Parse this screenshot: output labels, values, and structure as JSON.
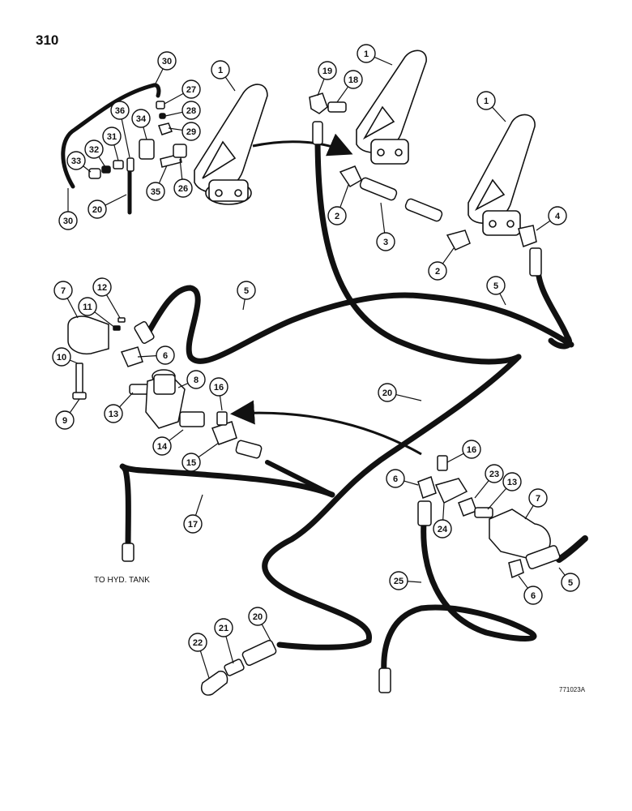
{
  "page_number": "310",
  "figure_code": "771023A",
  "notes": {
    "to_tank": "TO HYD. TANK"
  },
  "callouts": [
    {
      "id": "c30a",
      "label": "30"
    },
    {
      "id": "c30b",
      "label": "30"
    },
    {
      "id": "c27",
      "label": "27"
    },
    {
      "id": "c28",
      "label": "28"
    },
    {
      "id": "c29",
      "label": "29"
    },
    {
      "id": "c36",
      "label": "36"
    },
    {
      "id": "c34",
      "label": "34"
    },
    {
      "id": "c31",
      "label": "31"
    },
    {
      "id": "c32",
      "label": "32"
    },
    {
      "id": "c33",
      "label": "33"
    },
    {
      "id": "c20a",
      "label": "20"
    },
    {
      "id": "c35",
      "label": "35"
    },
    {
      "id": "c26",
      "label": "26"
    },
    {
      "id": "c1a",
      "label": "1"
    },
    {
      "id": "c19",
      "label": "19"
    },
    {
      "id": "c18",
      "label": "18"
    },
    {
      "id": "c1b",
      "label": "1"
    },
    {
      "id": "c1c",
      "label": "1"
    },
    {
      "id": "c2a",
      "label": "2"
    },
    {
      "id": "c3",
      "label": "3"
    },
    {
      "id": "c2b",
      "label": "2"
    },
    {
      "id": "c4",
      "label": "4"
    },
    {
      "id": "c7a",
      "label": "7"
    },
    {
      "id": "c12",
      "label": "12"
    },
    {
      "id": "c11",
      "label": "11"
    },
    {
      "id": "c5a",
      "label": "5"
    },
    {
      "id": "c5b",
      "label": "5"
    },
    {
      "id": "c10",
      "label": "10"
    },
    {
      "id": "c6a",
      "label": "6"
    },
    {
      "id": "c8",
      "label": "8"
    },
    {
      "id": "c16a",
      "label": "16"
    },
    {
      "id": "c9",
      "label": "9"
    },
    {
      "id": "c13a",
      "label": "13"
    },
    {
      "id": "c20b",
      "label": "20"
    },
    {
      "id": "c14",
      "label": "14"
    },
    {
      "id": "c15",
      "label": "15"
    },
    {
      "id": "c16b",
      "label": "16"
    },
    {
      "id": "c6b",
      "label": "6"
    },
    {
      "id": "c23",
      "label": "23"
    },
    {
      "id": "c13b",
      "label": "13"
    },
    {
      "id": "c7b",
      "label": "7"
    },
    {
      "id": "c17",
      "label": "17"
    },
    {
      "id": "c24",
      "label": "24"
    },
    {
      "id": "c25",
      "label": "25"
    },
    {
      "id": "c6c",
      "label": "6"
    },
    {
      "id": "c5c",
      "label": "5"
    },
    {
      "id": "c22",
      "label": "22"
    },
    {
      "id": "c21",
      "label": "21"
    },
    {
      "id": "c20c",
      "label": "20"
    }
  ]
}
